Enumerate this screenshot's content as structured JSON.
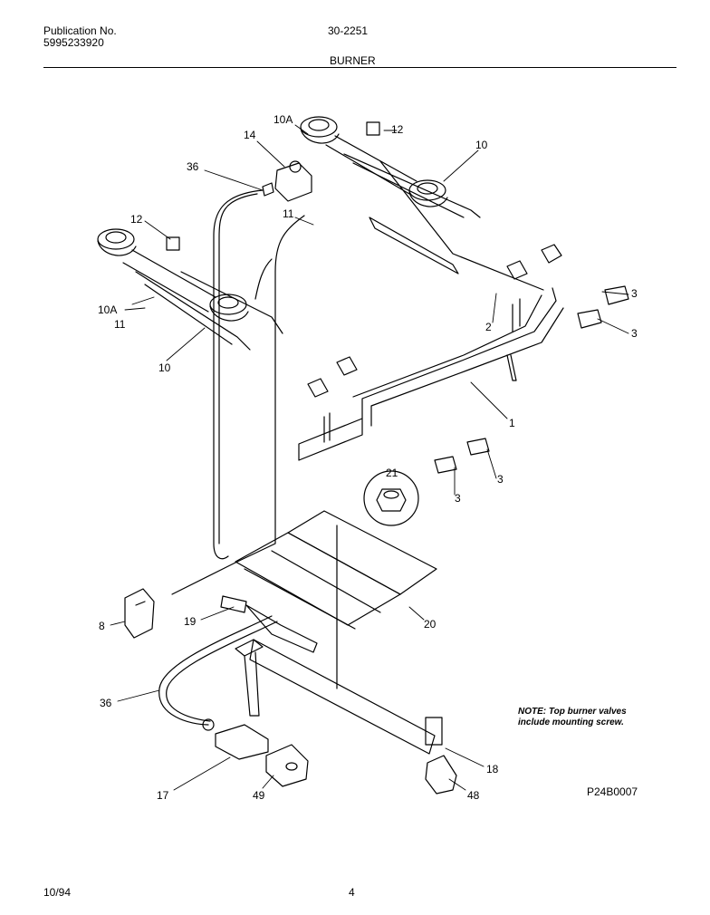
{
  "header": {
    "publication_label": "Publication No.",
    "publication_number": "5995233920",
    "model": "30-2251",
    "section": "BURNER"
  },
  "diagram": {
    "callouts": {
      "c3a": "3",
      "c3b": "3",
      "c3c": "3",
      "c3d": "3",
      "c10a_top": "10A",
      "c12_top": "12",
      "c10_top": "10",
      "c14": "14",
      "c36_top": "36",
      "c11_top": "11",
      "c12_left": "12",
      "c10a_left": "10A",
      "c11_left": "11",
      "c10_left": "10",
      "c2": "2",
      "c1": "1",
      "c21": "21",
      "c20": "20",
      "c8": "8",
      "c19": "19",
      "c36_bot": "36",
      "c17": "17",
      "c49": "49",
      "c18": "18",
      "c48": "48"
    }
  },
  "note": {
    "line1": "NOTE: Top burner valves",
    "line2": "include mounting screw."
  },
  "drawing_code": "P24B0007",
  "footer": {
    "date": "10/94",
    "page": "4"
  }
}
